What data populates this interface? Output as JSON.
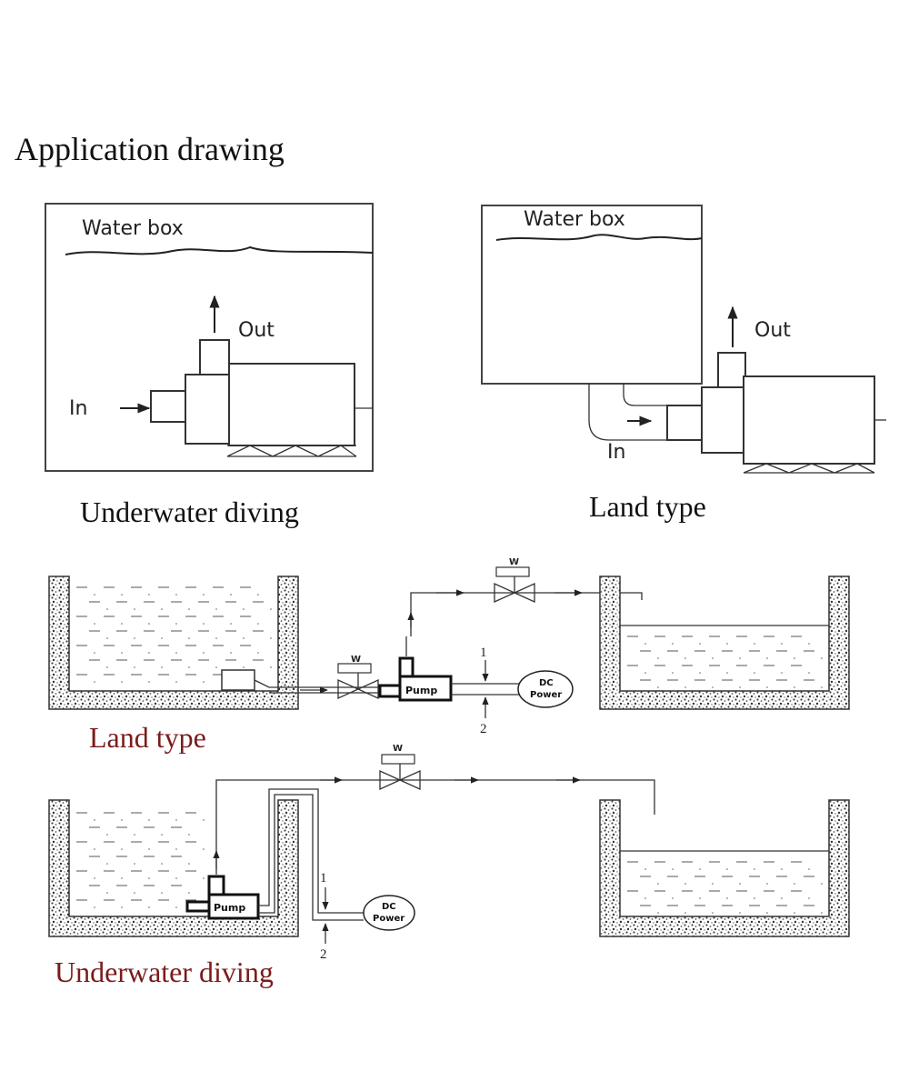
{
  "title": "Application drawing",
  "top_left": {
    "water_label": "Water box",
    "out_label": "Out",
    "in_label": "In",
    "caption": "Underwater diving"
  },
  "top_right": {
    "water_label": "Water box",
    "out_label": "Out",
    "in_label": "In",
    "caption": "Land type"
  },
  "schematic_land": {
    "caption": "Land type",
    "pump_label": "Pump",
    "valve_label": "W",
    "power_line1": "DC",
    "power_line2": "Power",
    "terminal_1": "1",
    "terminal_2": "2"
  },
  "schematic_underwater": {
    "caption": "Underwater diving",
    "pump_label": "Pump",
    "valve_label": "W",
    "power_line1": "DC",
    "power_line2": "Power",
    "terminal_1": "1",
    "terminal_2": "2"
  },
  "colors": {
    "caption_red": "#7a1c1c",
    "line": "#222222",
    "gravel": "#555555"
  }
}
